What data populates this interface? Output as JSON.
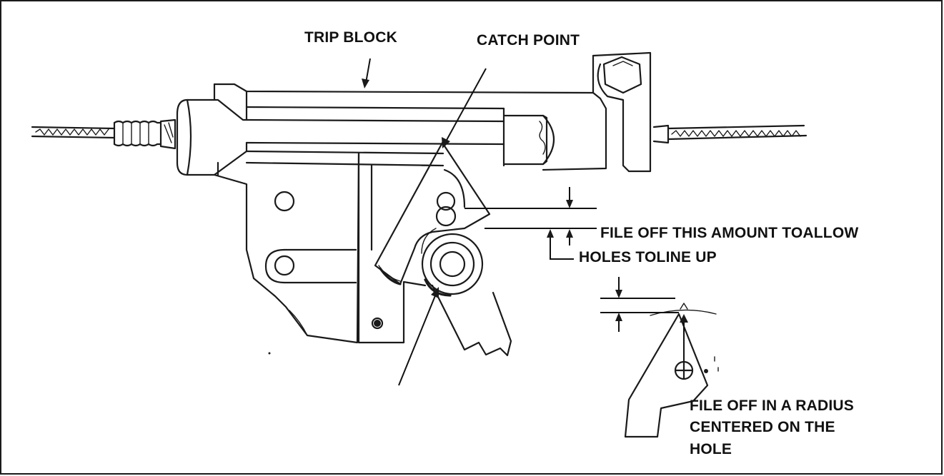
{
  "labels": {
    "trip_block": "TRIP BLOCK",
    "catch_point": "CATCH POINT",
    "file_off_amount_1": "FILE OFF THIS AMOUNT TOALLOW",
    "file_off_amount_2": "HOLES TOLINE UP",
    "file_off_radius_1": "FILE OFF IN A RADIUS",
    "file_off_radius_2": "CENTERED ON THE",
    "file_off_radius_3": "HOLE"
  }
}
